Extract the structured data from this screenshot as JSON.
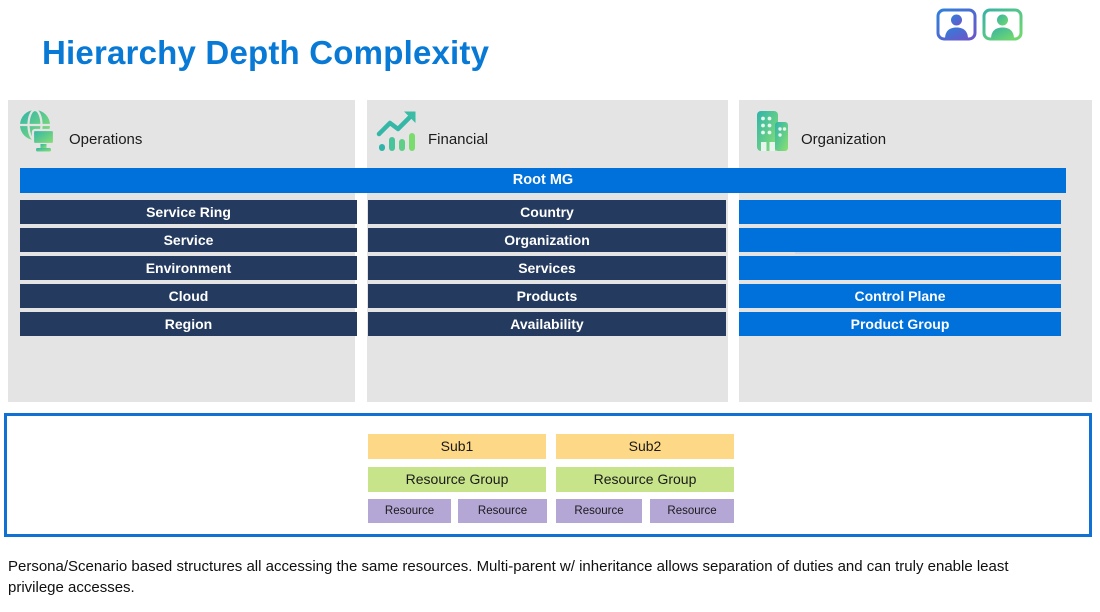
{
  "title": "Hierarchy Depth Complexity",
  "root_bar": {
    "label": "Root MG"
  },
  "columns": [
    {
      "label": "Operations",
      "icon": "globe-monitor-icon",
      "bars": [
        "Service Ring",
        "Service",
        "Environment",
        "Cloud",
        "Region"
      ]
    },
    {
      "label": "Financial",
      "icon": "growth-chart-icon",
      "bars": [
        "Country",
        "Organization",
        "Services",
        "Products",
        "Availability"
      ]
    },
    {
      "label": "Organization",
      "icon": "building-icon",
      "bars": [
        "",
        "",
        "",
        "Control Plane",
        "Product Group"
      ]
    }
  ],
  "subscription_section": {
    "groups": [
      {
        "sub": "Sub1",
        "resource_group": "Resource Group",
        "resources": [
          "Resource",
          "Resource"
        ]
      },
      {
        "sub": "Sub2",
        "resource_group": "Resource Group",
        "resources": [
          "Resource",
          "Resource"
        ]
      }
    ]
  },
  "caption": "Persona/Scenario based structures all accessing the same resources. Multi-parent w/ inheritance allows separation of duties and can truly enable least privilege accesses.",
  "colors": {
    "title_blue": "#0879D4",
    "bar_blue": "#0070DB",
    "bar_navy": "#243A5E",
    "panel_gray": "#E4E4E4",
    "sub_yellow": "#FDD886",
    "resource_group_green": "#C8E48A",
    "resource_purple": "#B4A7D6",
    "box_border_blue": "#1170D4"
  }
}
